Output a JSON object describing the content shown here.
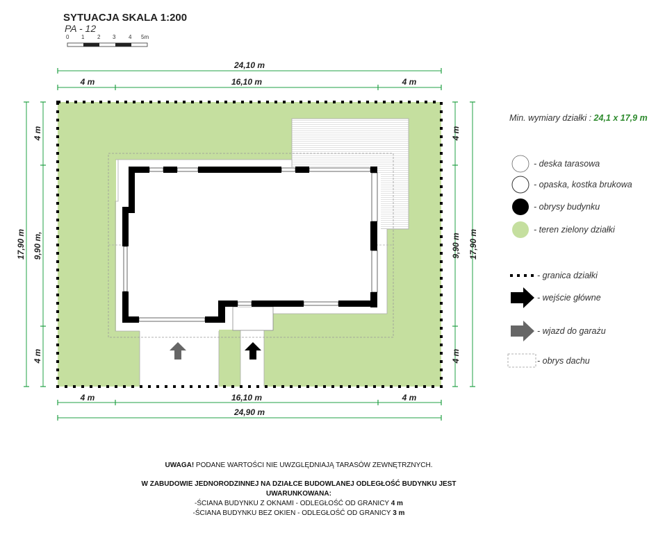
{
  "header": {
    "title": "SYTUACJA SKALA 1:200",
    "project_code": "PA - 12",
    "scale_ticks": [
      "0",
      "1",
      "2",
      "3",
      "4",
      "5m"
    ]
  },
  "dimensions": {
    "top_total": "24,10 m",
    "top_left": "4 m",
    "top_mid": "16,10 m",
    "top_right": "4 m",
    "bottom_left": "4 m",
    "bottom_mid": "16,10 m",
    "bottom_right": "4 m",
    "bottom_total": "24,90 m",
    "left_total": "17,90 m",
    "left_top": "4 m",
    "left_mid": "9,90 m,",
    "left_bottom": "4 m",
    "right_total": "17,90 m",
    "right_top": "4 m",
    "right_mid": "9,90 m",
    "right_bottom": "4 m"
  },
  "legend": {
    "min_label": "Min. wymiary działki : ",
    "min_value": "24,1 x 17,9 m",
    "items": [
      "- deska tarasowa",
      "- opaska, kostka brukowa",
      "- obrysy budynku",
      "- teren zielony działki",
      "- granica działki",
      "- wejście główne",
      "- wjazd do garażu",
      "- obrys dachu"
    ]
  },
  "notes": {
    "n1_bold": "UWAGA!",
    "n1_rest": " PODANE WARTOŚCI NIE UWZGLĘDNIAJĄ TARASÓW ZEWNĘTRZNYCH.",
    "n2_line1": "W ZABUDOWIE JEDNORODZINNEJ NA DZIAŁCE BUDOWLANEJ ODLEGŁOŚĆ BUDYNKU JEST",
    "n2_line2": "UWARUNKOWANA:",
    "n3_rest": "-ŚCIANA BUDYNKU Z OKNAMI - ODLEGŁOŚĆ OD GRANICY ",
    "n3_bold": "4 m",
    "n4_rest": "-ŚCIANA BUDYNKU BEZ OKIEN - ODLEGŁOŚĆ OD GRANICY ",
    "n4_bold": "3 m"
  },
  "colors": {
    "green": "#c5df9f",
    "dim_line": "#22a044",
    "wall": "#000000",
    "arrow_garage": "#666666"
  }
}
